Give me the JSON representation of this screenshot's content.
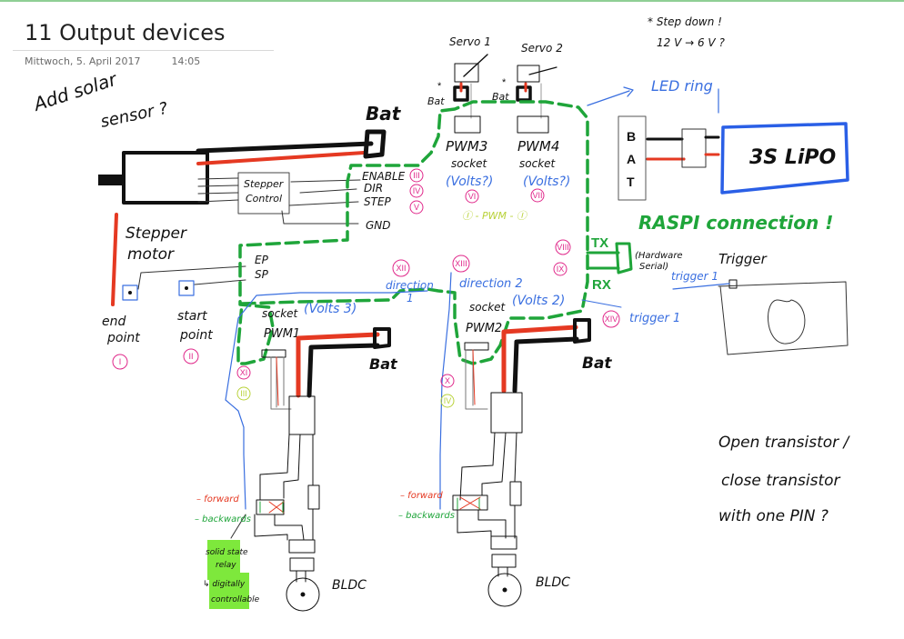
{
  "page": {
    "title": "11 Output devices",
    "date": "Mittwoch, 5. April 2017",
    "time": "14:05",
    "accent_bar_color": "#8fcf95"
  },
  "colors": {
    "ink": "#111111",
    "red": "#e53922",
    "green": "#1fa53a",
    "blue": "#3a6fe0",
    "magenta": "#e0288a",
    "lime": "#b9d23a",
    "highlight": "#7ee83c"
  },
  "notes": {
    "solar": [
      "Add solar",
      "sensor ?"
    ],
    "step_down": [
      "* Step down !",
      "12 V → 6 V ?"
    ],
    "transistor": [
      "Open transistor /",
      "close transistor",
      "with one PIN ?"
    ],
    "raspi": "RASPI connection !",
    "hardware_serial": [
      "(Hardware",
      "Serial)"
    ],
    "solid_state": [
      "solid state",
      "relay",
      "↳ digitally",
      "controllable"
    ]
  },
  "labels": {
    "bat": "Bat",
    "bat_small": "Bat",
    "star": "*",
    "servo1": "Servo 1",
    "servo2": "Servo 2",
    "pwm3": "PWM3",
    "pwm4": "PWM4",
    "socket": "socket",
    "volts_q": "(Volts?)",
    "volts_2": "(Volts 2)",
    "volts_3": "(Volts 3)",
    "pwm_link": "Ⓘ - PWM - Ⓘ",
    "led_ring": "LED ring",
    "bat_vertical": [
      "B",
      "A",
      "T"
    ],
    "lipo": "3S LiPO",
    "enable": "ENABLE",
    "dir": "DIR",
    "step": "STEP",
    "gnd": "GND",
    "ep": "EP",
    "sp": "SP",
    "stepper_control": [
      "Stepper",
      "Control"
    ],
    "stepper_motor": [
      "Stepper",
      "motor"
    ],
    "end_point": [
      "end",
      "point"
    ],
    "start_point": [
      "start",
      "point"
    ],
    "direction1": [
      "direction",
      "1"
    ],
    "direction2": "direction 2",
    "pwm1": "PWM1",
    "pwm2": "PWM2",
    "tx": "TX",
    "rx": "RX",
    "trigger": "Trigger",
    "trigger1": "trigger 1",
    "forward": "– forward",
    "backwards": "– backwards",
    "bldc": "BLDC"
  },
  "roman_markers": {
    "I": "I",
    "II": "II",
    "III": "III",
    "IV": "IV",
    "V": "V",
    "VI": "VI",
    "VII": "VII",
    "VIII": "VIII",
    "IX": "IX",
    "X": "X",
    "XI": "XI",
    "XII": "XII",
    "XIII": "XIII",
    "XIV": "XIV"
  }
}
